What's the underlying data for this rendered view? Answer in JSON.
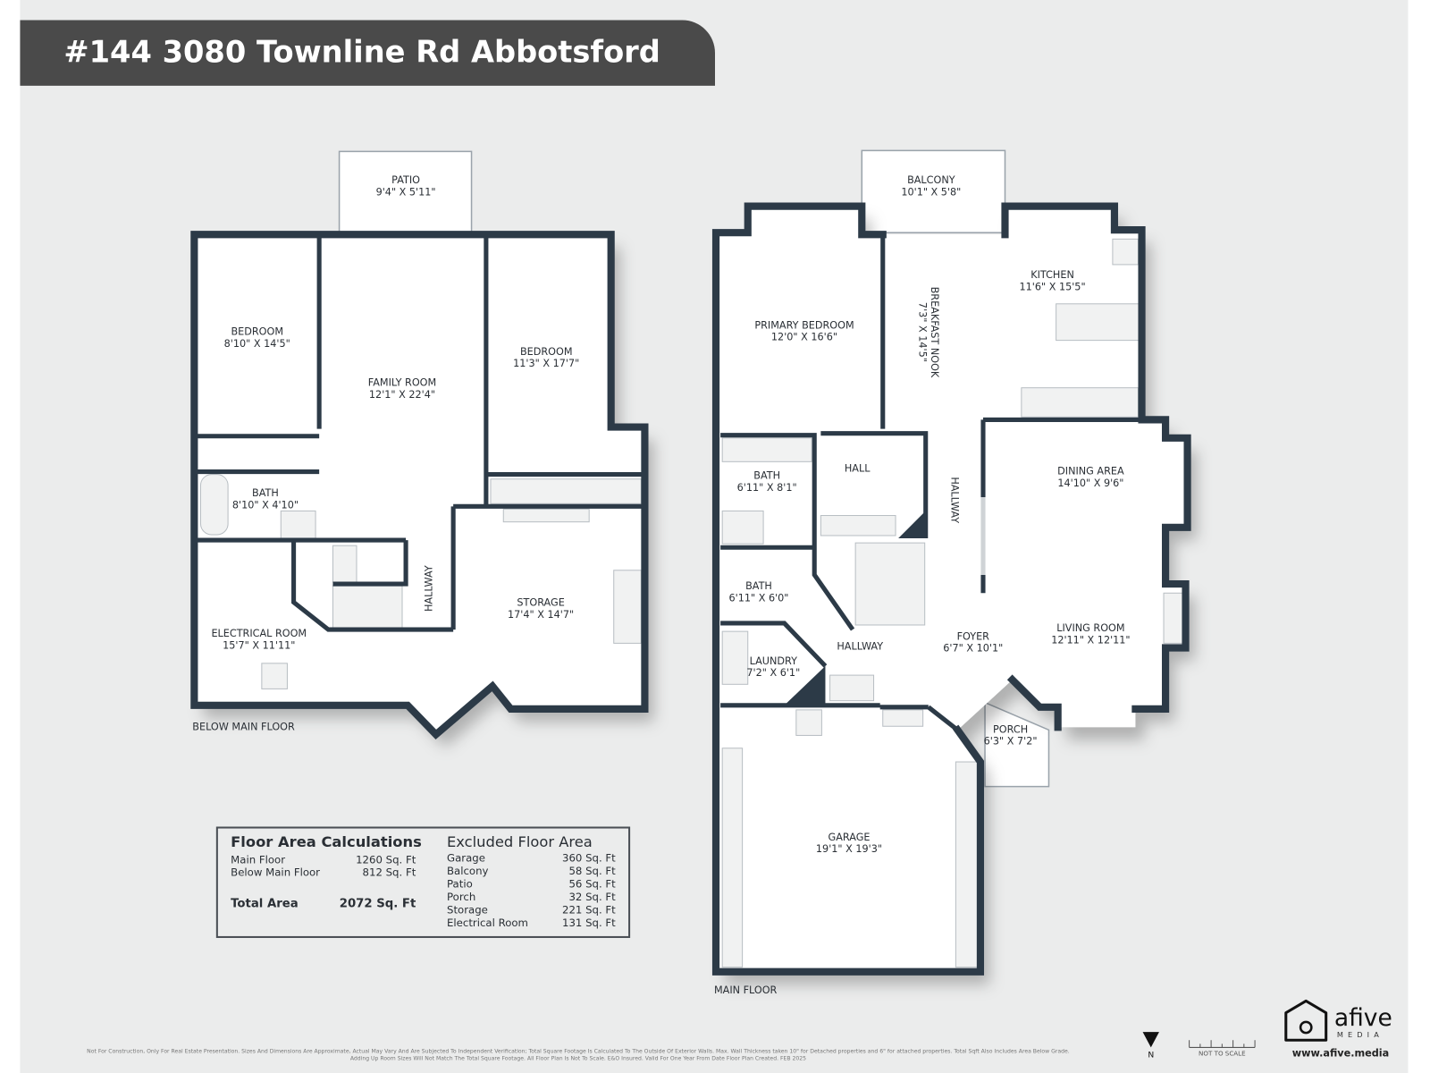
{
  "title": "#144 3080 Townline Rd Abbotsford",
  "colors": {
    "background": "#ebecec",
    "banner": "#4a4a4a",
    "wall": "#2c3a47",
    "floor": "#ffffff"
  },
  "below_floor": {
    "label": "BELOW MAIN FLOOR",
    "rooms": [
      {
        "name": "PATIO",
        "dims": "9'4\" X 5'11\""
      },
      {
        "name": "BEDROOM",
        "dims": "8'10\" X 14'5\""
      },
      {
        "name": "FAMILY ROOM",
        "dims": "12'1\" X 22'4\""
      },
      {
        "name": "BEDROOM",
        "dims": "11'3\" X 17'7\""
      },
      {
        "name": "BATH",
        "dims": "8'10\" X 4'10\""
      },
      {
        "name": "HALLWAY",
        "dims": ""
      },
      {
        "name": "STORAGE",
        "dims": "17'4\" X 14'7\""
      },
      {
        "name": "ELECTRICAL ROOM",
        "dims": "15'7\" X 11'11\""
      }
    ]
  },
  "main_floor": {
    "label": "MAIN FLOOR",
    "rooms": [
      {
        "name": "BALCONY",
        "dims": "10'1\" X 5'8\""
      },
      {
        "name": "PRIMARY BEDROOM",
        "dims": "12'0\" X 16'6\""
      },
      {
        "name": "BREAKFAST NOOK",
        "dims": "7'3\" X 14'5\""
      },
      {
        "name": "KITCHEN",
        "dims": "11'6\" X 15'5\""
      },
      {
        "name": "BATH",
        "dims": "6'11\" X 8'1\""
      },
      {
        "name": "HALL",
        "dims": ""
      },
      {
        "name": "HALLWAY",
        "dims": ""
      },
      {
        "name": "DINING AREA",
        "dims": "14'10\" X 9'6\""
      },
      {
        "name": "BATH",
        "dims": "6'11\" X 6'0\""
      },
      {
        "name": "LAUNDRY",
        "dims": "7'2\" X 6'1\""
      },
      {
        "name": "HALLWAY",
        "dims": ""
      },
      {
        "name": "FOYER",
        "dims": "6'7\" X 10'1\""
      },
      {
        "name": "LIVING ROOM",
        "dims": "12'11\" X 12'11\""
      },
      {
        "name": "PORCH",
        "dims": "6'3\" X 7'2\""
      },
      {
        "name": "GARAGE",
        "dims": "19'1\" X 19'3\""
      }
    ]
  },
  "area_table": {
    "title": "Floor Area Calculations",
    "rows": [
      {
        "label": "Main Floor",
        "value": "1260 Sq. Ft"
      },
      {
        "label": "Below Main Floor",
        "value": "812 Sq. Ft"
      }
    ],
    "total": {
      "label": "Total Area",
      "value": "2072 Sq. Ft"
    },
    "excluded_title": "Excluded Floor Area",
    "excluded": [
      {
        "label": "Garage",
        "value": "360 Sq. Ft"
      },
      {
        "label": "Balcony",
        "value": "58 Sq. Ft"
      },
      {
        "label": "Patio",
        "value": "56 Sq. Ft"
      },
      {
        "label": "Porch",
        "value": "32 Sq. Ft"
      },
      {
        "label": "Storage",
        "value": "221 Sq. Ft"
      },
      {
        "label": "Electrical Room",
        "value": "131 Sq. Ft"
      }
    ]
  },
  "disclaimer": {
    "line1": "Not For Construction, Only For Real Estate Presentation. Sizes And Dimensions Are Approximate, Actual May Vary And Are Subjected To Independent Verification; Total Square Footage Is Calculated To The Outside Of Exterior Walls. Max. Wall Thickness taken 10\" for Detached properties and 6\" for attached properties. Total Sqft Also Includes Area Below Grade.",
    "line2": "Adding Up Room Sizes Will Not Match The Total Square Footage. All Floor Plan Is Not To Scale. E&O Insured. Valid For One Year From Date Floor Plan Created. FEB 2025"
  },
  "north": "N",
  "scale_note": "NOT TO SCALE",
  "logo": {
    "name": "afive",
    "sub": "MEDIA",
    "website": "www.afive.media"
  }
}
